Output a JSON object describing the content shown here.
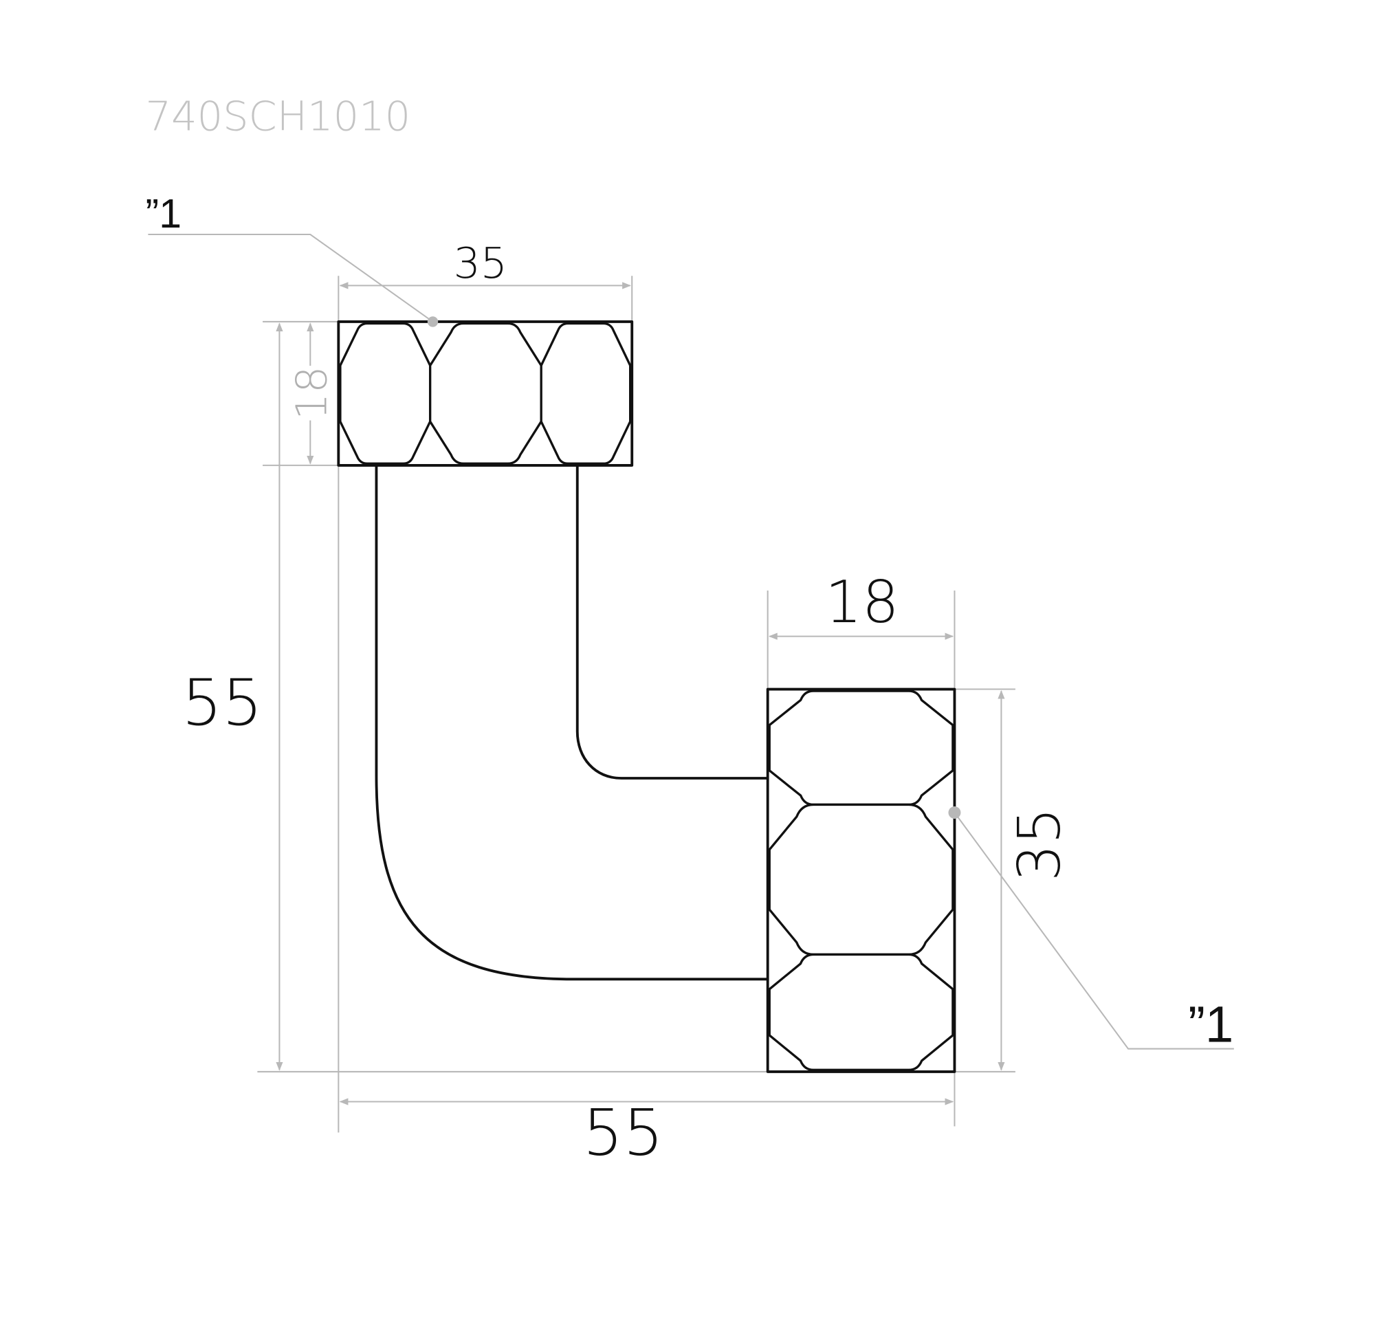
{
  "title": "740SCH1010",
  "thread_label_top": "”1",
  "thread_label_right": "”1",
  "dimensions": {
    "top_nut_width": "35",
    "top_nut_height": "18",
    "overall_height": "55",
    "right_nut_width": "18",
    "right_nut_height": "35",
    "overall_width": "55"
  },
  "colors": {
    "line": "#111111",
    "dimension": "#b8b8b8",
    "title": "#c4c4c4"
  }
}
